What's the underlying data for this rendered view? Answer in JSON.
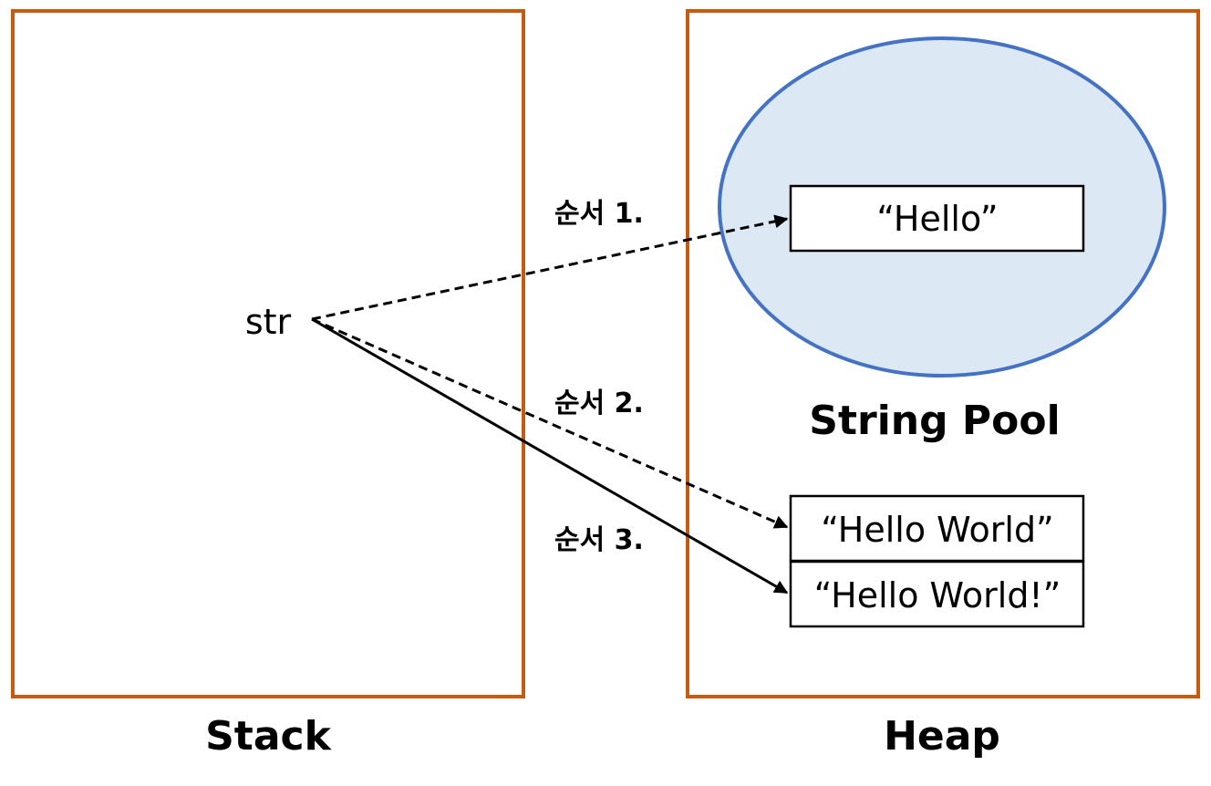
{
  "stack": {
    "label": "Stack",
    "variable": "str"
  },
  "heap": {
    "label": "Heap",
    "string_pool": {
      "label": "String Pool",
      "objects": [
        "“Hello”"
      ]
    },
    "objects": [
      "“Hello World”",
      "“Hello World!”"
    ]
  },
  "steps": [
    {
      "label": "순서 1.",
      "style": "dashed"
    },
    {
      "label": "순서 2.",
      "style": "dashed"
    },
    {
      "label": "순서 3.",
      "style": "solid"
    }
  ],
  "colors": {
    "region_border": "#c55a11",
    "pool_fill": "#dde8f5",
    "pool_border": "#4472c4"
  }
}
